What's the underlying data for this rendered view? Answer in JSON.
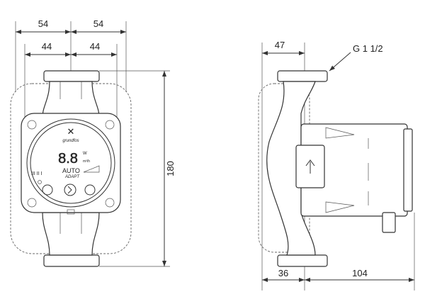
{
  "dimensions": {
    "front_outer_left": "54",
    "front_outer_right": "54",
    "front_inner_left": "44",
    "front_inner_right": "44",
    "height": "180",
    "side_top": "47",
    "thread": "G 1 1/2",
    "side_bottom_left": "36",
    "side_bottom_right": "104"
  },
  "panel": {
    "brand": "grundfos",
    "display": "8.8",
    "unit_power": "W",
    "unit_flow": "m³/h",
    "speeds": "III  II  I",
    "auto": "AUTO",
    "adapt": "ADAPT"
  }
}
